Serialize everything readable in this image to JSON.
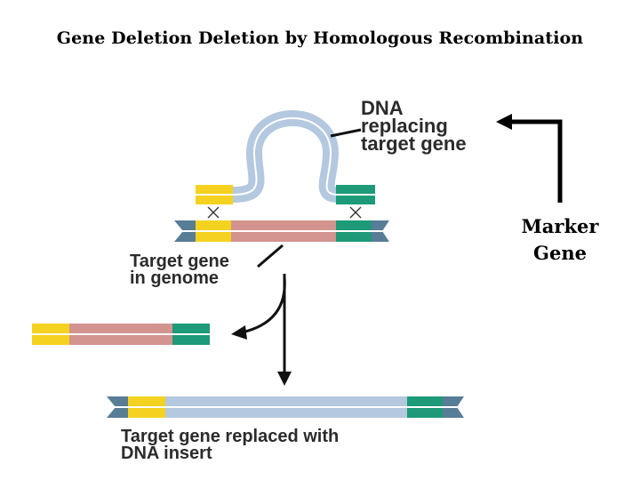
{
  "title": "Gene Deletion Deletion by Homologous Recombination",
  "labels": {
    "dna_replacing": [
      "DNA",
      "replacing",
      "target gene"
    ],
    "target_gene": [
      "Target gene",
      "in genome"
    ],
    "replaced": [
      "Target gene replaced with",
      "DNA insert"
    ],
    "marker_gene": [
      "Marker",
      "Gene"
    ]
  },
  "colors": {
    "yellow_segment": "#f5d21f",
    "green_segment": "#1d9a78",
    "target_gene_pink": "#d3938f",
    "replacement_blue": "#b4c9e0",
    "strand_end_slate": "#587d96",
    "arrow": "#111111"
  }
}
